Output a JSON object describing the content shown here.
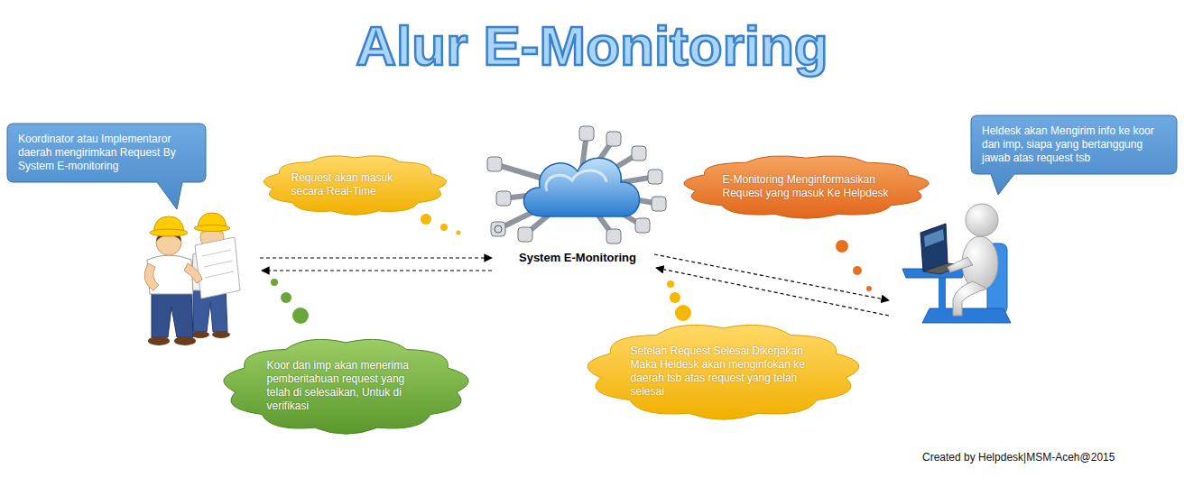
{
  "diagram": {
    "title": "Alur E-Monitoring",
    "nodes": [
      {
        "text": [
          "Koordinator atau Implementaror daerah mengirimkan Request By System E-monitoring"
        ]
      },
      {
        "text": [
          "Request akan masuk secara Real-Time"
        ]
      },
      {
        "text": [
          "System E-Monitoring"
        ]
      },
      {
        "text": [
          "E-Monitoring Menginformasikan Request yang masuk Ke Helpdesk"
        ]
      },
      {
        "text": [
          "Heldesk akan Mengirim info ke koor dan imp, siapa yang bertanggung jawab atas request tsb"
        ]
      },
      {
        "text": [
          "Koor dan imp akan menerima pemberitahuan request yang telah di selesaikan, Untuk di verifikasi"
        ]
      },
      {
        "text": [
          "Setelah Request Selesai Dikerjakan Maka Heldesk akan menginfokan ke daerah tsb atas request yang telah selesai"
        ]
      }
    ],
    "labels": [
      "Created by Helpdesk|MSM-Aceh@2015"
    ]
  }
}
